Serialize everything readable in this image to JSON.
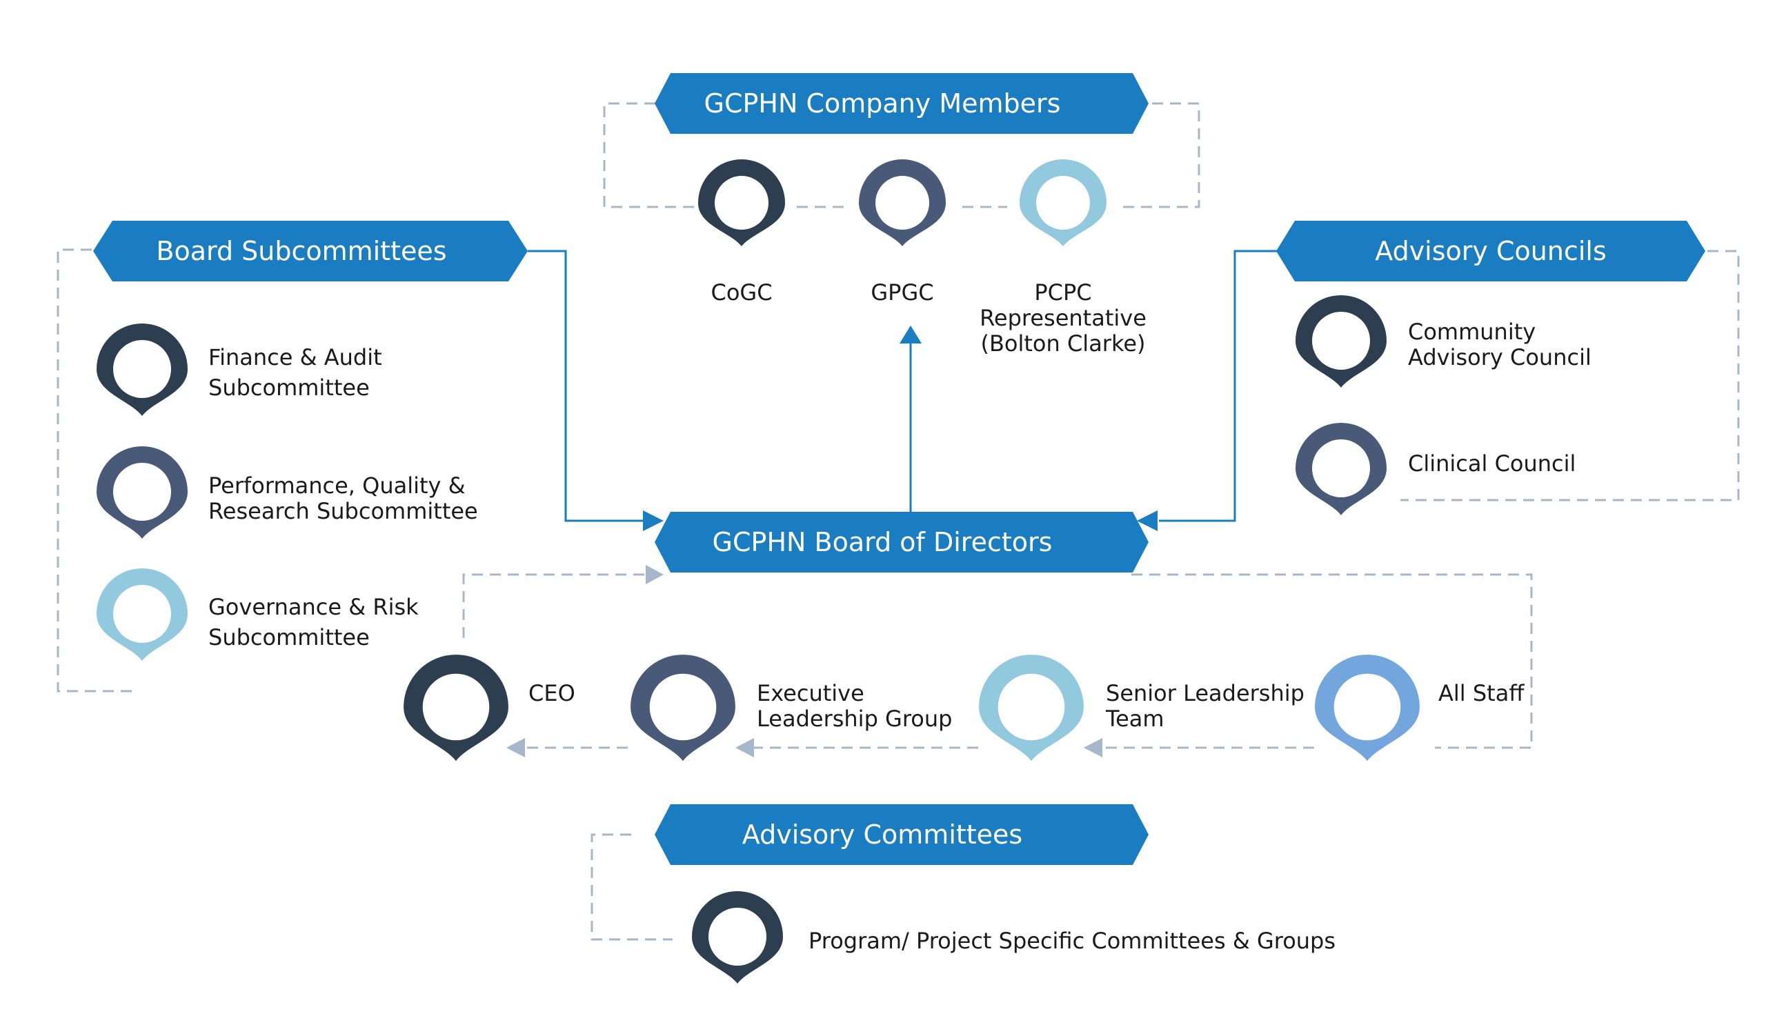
{
  "colors": {
    "banner": "#1a7cc1",
    "pin_navy": "#2d3e50",
    "pin_slate": "#485a78",
    "pin_lightblue": "#93c9de",
    "pin_blue": "#73a6dd",
    "dashed_line": "#a7b7cb",
    "solid_arrow": "#1a7cc1"
  },
  "banners": {
    "company_members": "GCPHN Company Members",
    "board_subcommittees": "Board Subcommittees",
    "advisory_councils": "Advisory Councils",
    "board_of_directors": "GCPHN Board of Directors",
    "advisory_committees": "Advisory Committees"
  },
  "members": {
    "cogc": "CoGC",
    "gpgc": "GPGC",
    "pcpc_line1": "PCPC",
    "pcpc_line2": "Representative",
    "pcpc_line3": "(Bolton Clarke)"
  },
  "subcommittees": {
    "finance_line1": "Finance & Audit",
    "finance_line2": "Subcommittee",
    "performance_line1": "Performance, Quality &",
    "performance_line2": "Research Subcommittee",
    "governance_line1": "Governance & Risk",
    "governance_line2": "Subcommittee"
  },
  "councils": {
    "community_line1": "Community",
    "community_line2": "Advisory Council",
    "clinical": "Clinical Council"
  },
  "staff": {
    "ceo": "CEO",
    "executive_line1": "Executive",
    "executive_line2": "Leadership Group",
    "senior_line1": "Senior Leadership",
    "senior_line2": "Team",
    "all_staff": "All Staff"
  },
  "committees": {
    "program": "Program/ Project Specific Committees & Groups"
  },
  "icons": {
    "pin": "location-pin-icon"
  }
}
